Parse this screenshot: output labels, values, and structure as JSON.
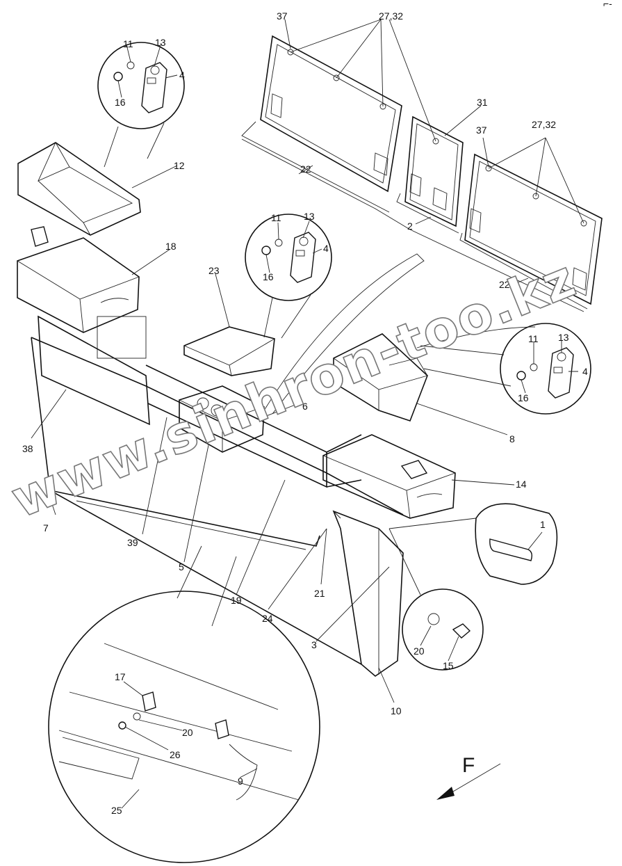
{
  "callouts": {
    "c1": "1",
    "c2": "2",
    "c3": "3",
    "c4a": "4",
    "c4b": "4",
    "c4c": "4",
    "c5": "5",
    "c6": "6",
    "c7": "7",
    "c8": "8",
    "c9": "9",
    "c10": "10",
    "c11a": "11",
    "c11b": "11",
    "c11c": "11",
    "c12": "12",
    "c13a": "13",
    "c13b": "13",
    "c13c": "13",
    "c14": "14",
    "c15": "15",
    "c16a": "16",
    "c16b": "16",
    "c16c": "16",
    "c17": "17",
    "c18": "18",
    "c19": "19",
    "c20a": "20",
    "c20b": "20",
    "c21": "21",
    "c22a": "22",
    "c22b": "22",
    "c23": "23",
    "c24": "24",
    "c25": "25",
    "c26": "26",
    "c2732a": "27,32",
    "c2732b": "27,32",
    "c31": "31",
    "c37a": "37",
    "c37b": "37",
    "c38": "38",
    "c39": "39"
  },
  "view_arrow": "F",
  "watermark": "www.sinhron-too.kz",
  "corner_mark": "⌐-"
}
